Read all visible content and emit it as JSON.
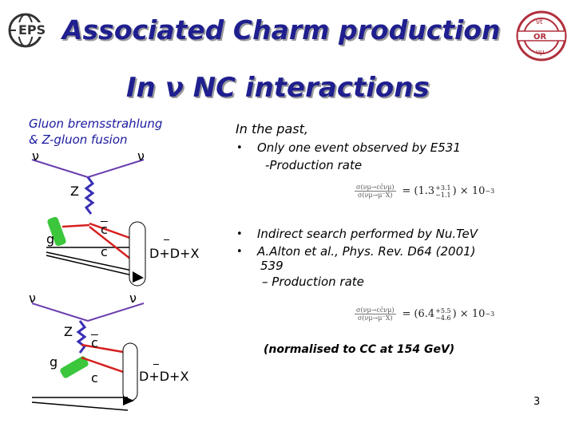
{
  "title": {
    "line1": "Associated Charm production",
    "line2": "In ν NC interactions"
  },
  "logos": {
    "left_label": "EPS",
    "right_labels": [
      "νt",
      "OR",
      "νμ"
    ]
  },
  "diagram": {
    "heading_line1": "Gluon bremsstrahlung",
    "heading_line2": "& Z-gluon fusion",
    "top": {
      "nu_in": "ν",
      "nu_out": "ν",
      "boson": "Z",
      "gluon": "g",
      "quark_bar": "c",
      "quark": "c",
      "final_state": "D+D+X"
    },
    "bottom": {
      "nu_in": "ν",
      "nu_out": "ν",
      "boson": "Z",
      "gluon": "g",
      "quark_bar": "c",
      "quark": "c",
      "final_state": "D+D+X"
    }
  },
  "right": {
    "past_heading": "In the past,",
    "bullet1_line1": "Only one event observed  by E531",
    "bullet1_line2": "-Production rate",
    "formula1": {
      "ratio_num": "σ(νμ→cc̄νμ)",
      "ratio_den": "σ(νμ→μ⁻X)",
      "eq": "=",
      "value": "(1.3",
      "sup": "+3.1",
      "sub": "−1.1",
      "tail": ") × 10",
      "exp": "−3"
    },
    "bullet2": "Indirect search performed by Nu.TeV",
    "bullet3_line1": "A.Alton et al., Phys. Rev. D64 (2001)",
    "bullet3_line2": "539",
    "bullet3_line3": "–  Production rate",
    "formula2": {
      "ratio_num": "σ(νμ→cc̄νμ)",
      "ratio_den": "σ(νμ→μ⁻X)",
      "eq": "=",
      "value": "(6.4",
      "sup": "+5.5",
      "sub": "−4.6",
      "tail": ") × 10",
      "exp": "−3"
    },
    "note": "(normalised to CC at 154 GeV)"
  },
  "page_number": "3",
  "colors": {
    "title": "#1f1f8f",
    "boson_line": "#3a2fb5",
    "gluon_blob": "#3cc63c",
    "quark_line": "#d62020",
    "neutrino_line": "#6a3fb0"
  }
}
